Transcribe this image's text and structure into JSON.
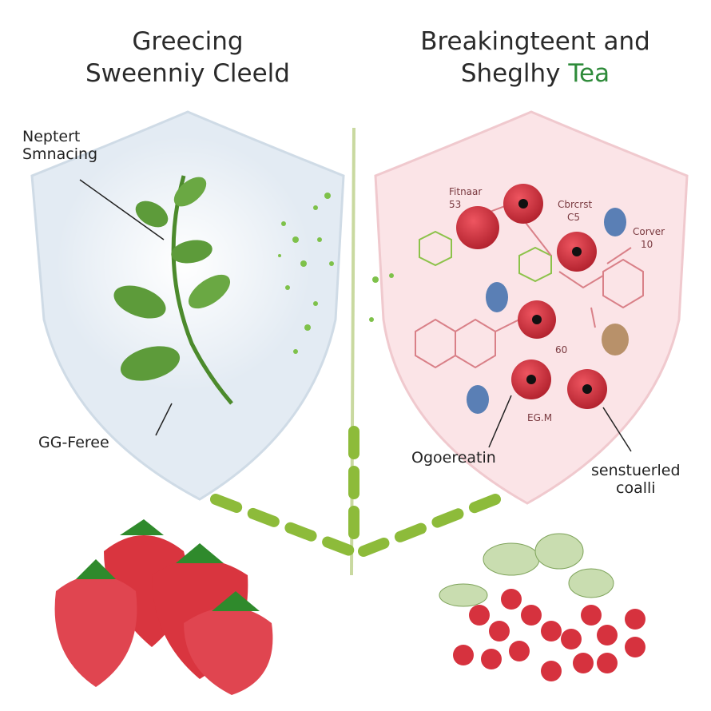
{
  "left_panel": {
    "title_line1": "Greecing",
    "title_line2": "Sweenniy Cleeld",
    "label_top_line1": "Neptert",
    "label_top_line2": "Smnacing",
    "label_bottom": "GG-Feree"
  },
  "right_panel": {
    "title_line1": "Breakingteent and",
    "title_line2a": "Sheglhy",
    "title_line2b": "Tea",
    "small_labels": [
      {
        "line1": "Fitnaar",
        "line2": "53"
      },
      {
        "line1": "Cbrcrst",
        "line2": "C5"
      },
      {
        "line1": "Corver",
        "line2": "10"
      }
    ],
    "mid_label": "60",
    "egm_label": "EG.M",
    "label_left": "Ogoereatin",
    "label_right_line1": "senstuerled",
    "label_right_line2": "coalli"
  },
  "colors": {
    "shield_left": "#e3ebf3",
    "shield_right": "#fbe4e7",
    "leaf_green": "#5d9b3a",
    "accent_green": "#8dbb3a",
    "berry_red": "#d6323e",
    "title_green": "#2e8b3a"
  }
}
